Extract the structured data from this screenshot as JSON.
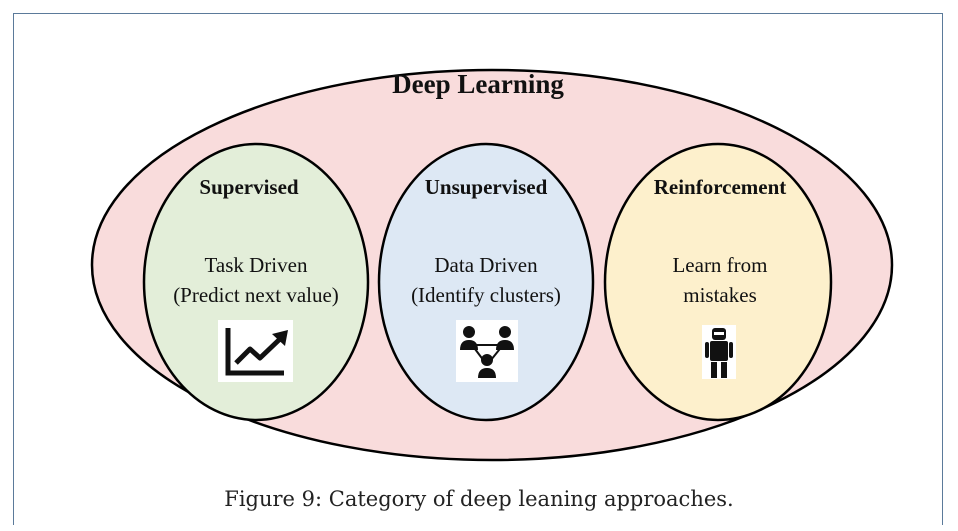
{
  "diagram": {
    "title": "Deep Learning",
    "categories": [
      {
        "heading": "Supervised",
        "line1": "Task Driven",
        "line2": "(Predict next value)",
        "icon": "line-chart-trend-icon",
        "fill": "#e3eed9"
      },
      {
        "heading": "Unsupervised",
        "line1": "Data Driven",
        "line2": "(Identify clusters)",
        "icon": "people-cluster-icon",
        "fill": "#dde8f4"
      },
      {
        "heading": "Reinforcement",
        "line1": "Learn from",
        "line2": "mistakes",
        "icon": "robot-icon",
        "fill": "#fdf0cc"
      }
    ],
    "outer_fill": "#f9dcdc"
  },
  "caption": "Figure 9: Category of deep leaning approaches."
}
